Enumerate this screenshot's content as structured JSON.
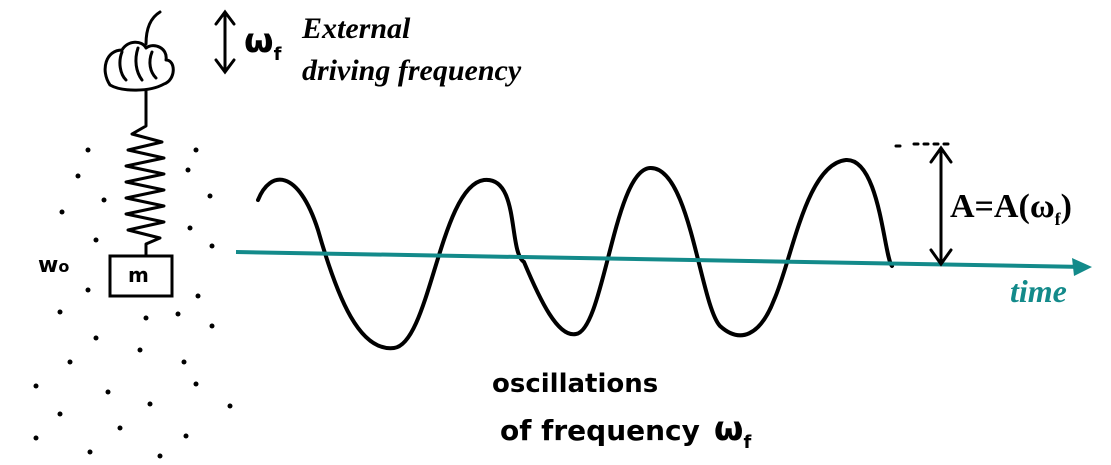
{
  "labels": {
    "external_line1": "External",
    "external_line2": "driving frequency",
    "omega_f_hand": "ω",
    "omega_f_sub": "f",
    "omega_0_hand": "w",
    "omega_0_sub": "o",
    "mass_label": "m",
    "amplitude_prefix": "A=A(",
    "amplitude_omega": "ω",
    "amplitude_sub": "f",
    "amplitude_suffix": ")",
    "time_axis": "time",
    "osc_line1": "oscillations",
    "osc_line2": "of frequency",
    "osc_omega": "ω",
    "osc_omega_sub": "f"
  },
  "colors": {
    "ink": "#000000",
    "axis": "#138a8a",
    "time_text": "#138a8a"
  },
  "icons": {
    "hand": "hand-icon",
    "double_arrow": "double-arrow-icon",
    "spring": "spring-icon",
    "mass_block": "mass-block-icon"
  }
}
